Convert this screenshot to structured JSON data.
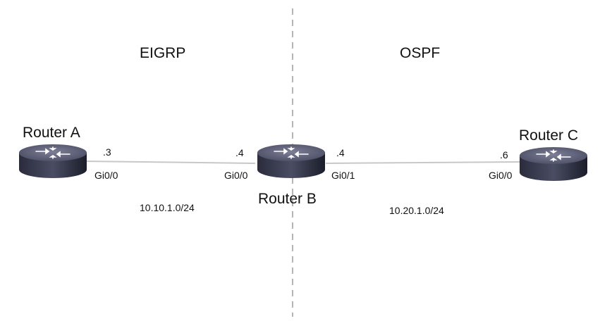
{
  "protocols": {
    "left": "EIGRP",
    "right": "OSPF"
  },
  "routers": {
    "a": {
      "name": "Router A",
      "ip_suffix": ".3",
      "interface": "Gi0/0"
    },
    "b": {
      "name": "Router B",
      "ip_suffix_left": ".4",
      "interface_left": "Gi0/0",
      "ip_suffix_right": ".4",
      "interface_right": "Gi0/1"
    },
    "c": {
      "name": "Router C",
      "ip_suffix": ".6",
      "interface": "Gi0/0"
    }
  },
  "networks": {
    "left": "10.10.1.0/24",
    "right": "10.20.1.0/24"
  },
  "colors": {
    "router_top": "#5a5d74",
    "router_side": "#1f2130",
    "link": "#c8c8c8",
    "divider": "#b5b5b5"
  },
  "icons": {
    "router": "router-icon"
  }
}
